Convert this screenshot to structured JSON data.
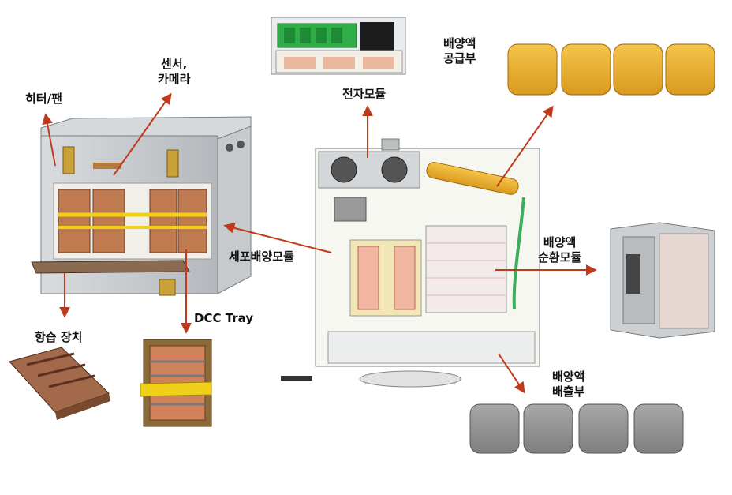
{
  "labels": {
    "heater_fan": "히터/팬",
    "sensor_camera": [
      "센서,",
      "카메라"
    ],
    "electronics_module": "전자모듈",
    "media_supply": [
      "배양액",
      "공급부"
    ],
    "cell_culture_module": "세포배양모듈",
    "media_circulation": [
      "배양액",
      "순환모듈"
    ],
    "dcc_tray": "DCC Tray",
    "humidifier": "항습 장치",
    "media_discharge": [
      "배양액",
      "배출부"
    ]
  },
  "colors": {
    "arrow": "#c0391b",
    "supply_bag": "#e8ac2a",
    "discharge_bag": "#8d8d8d",
    "tray_copper": "#c07a50",
    "frame_gray": "#b8bcc0"
  }
}
